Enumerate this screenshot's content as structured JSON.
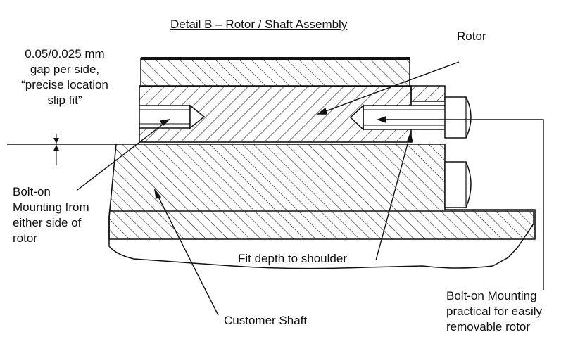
{
  "diagram": {
    "title": "Detail B – Rotor / Shaft Assembly",
    "labels": {
      "rotor": "Rotor",
      "gap": [
        "0.05/0.025 mm",
        "gap per side,",
        "“precise location",
        "slip fit”"
      ],
      "bolt_left": [
        "Bolt-on",
        "Mounting from",
        "either side of",
        "rotor"
      ],
      "fit_depth": "Fit depth to shoulder",
      "customer_shaft": "Customer Shaft",
      "bolt_right": [
        "Bolt-on Mounting",
        "practical for easily",
        "removable rotor"
      ]
    },
    "colors": {
      "line": "#111111",
      "hatch": "#222222",
      "background": "#ffffff"
    }
  }
}
